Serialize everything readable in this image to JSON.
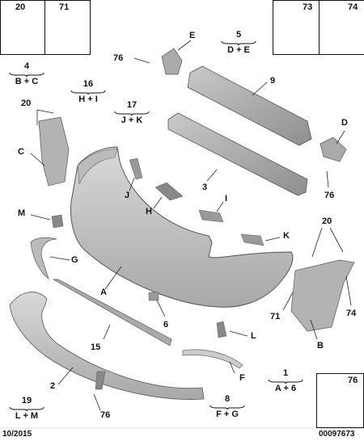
{
  "top_left_boxes": {
    "n1": "20",
    "n2": "71"
  },
  "top_right_boxes": {
    "n1": "73",
    "n2": "74"
  },
  "bottom_right_box": {
    "n": "76"
  },
  "groups": {
    "g4": {
      "num": "4",
      "val": "B + C"
    },
    "g5": {
      "num": "5",
      "val": "D + E"
    },
    "g16": {
      "num": "16",
      "val": "H + I"
    },
    "g17": {
      "num": "17",
      "val": "J + K"
    },
    "g1": {
      "num": "1",
      "val": "A + 6"
    },
    "g8": {
      "num": "8",
      "val": "F + G"
    },
    "g19": {
      "num": "19",
      "val": "L + M"
    }
  },
  "labels": {
    "E": "E",
    "n76a": "76",
    "n9": "9",
    "D": "D",
    "n76b": "76",
    "n20a": "20",
    "C": "C",
    "n3": "3",
    "J": "J",
    "H": "H",
    "I": "I",
    "M": "M",
    "K": "K",
    "n20b": "20",
    "G": "G",
    "A": "A",
    "n71": "71",
    "n74": "74",
    "n6": "6",
    "L": "L",
    "B": "B",
    "n15": "15",
    "F": "F",
    "n2": "2",
    "n76c": "76"
  },
  "footer": {
    "date": "10/2015",
    "ref": "00097673"
  }
}
